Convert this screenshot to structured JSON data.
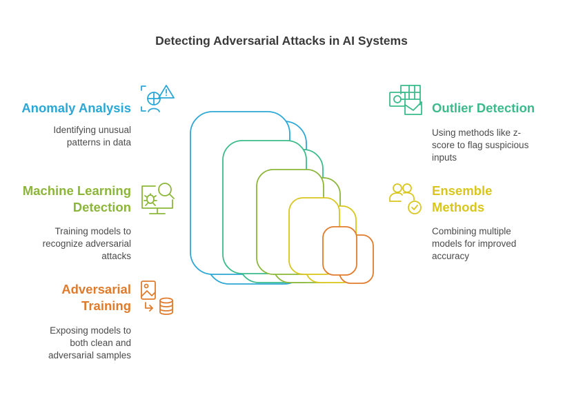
{
  "title": "Detecting Adversarial Attacks in AI Systems",
  "items": {
    "anomaly": {
      "heading": "Anomaly Analysis",
      "desc": [
        "Identifying unusual",
        "patterns in data"
      ],
      "color": "#2ba7d6",
      "icon": "chart-alert-icon"
    },
    "ml": {
      "heading": [
        "Machine Learning",
        "Detection"
      ],
      "desc": [
        "Training models to",
        "recognize adversarial",
        "attacks"
      ],
      "color": "#8cb63a",
      "icon": "monitor-bug-search-icon"
    },
    "adversarial": {
      "heading": [
        "Adversarial",
        "Training"
      ],
      "desc": [
        "Exposing models to",
        "both clean and",
        "adversarial samples"
      ],
      "color": "#e07b2c",
      "icon": "image-to-database-icon"
    },
    "outlier": {
      "heading": "Outlier Detection",
      "desc": [
        "Using methods like z-",
        "score to flag suspicious",
        "inputs"
      ],
      "color": "#3bbb8c",
      "icon": "outlook-sheet-icon"
    },
    "ensemble": {
      "heading": [
        "Ensemble",
        "Methods"
      ],
      "desc": [
        "Combining multiple",
        "models for improved",
        "accuracy"
      ],
      "color": "#d9c61c",
      "icon": "users-check-icon"
    }
  }
}
